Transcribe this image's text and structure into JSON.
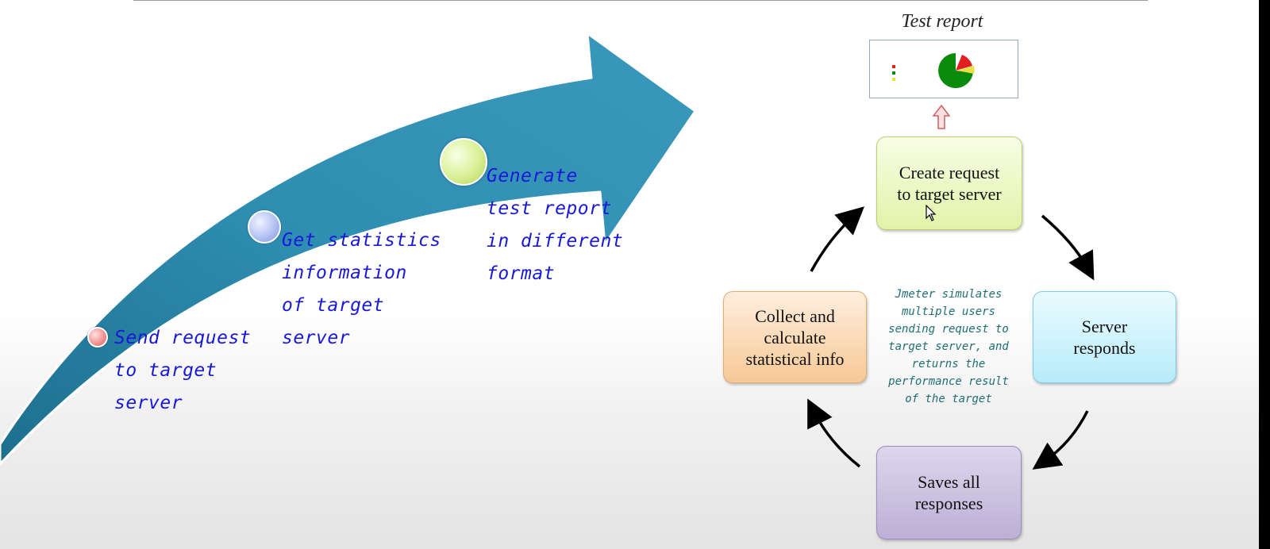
{
  "progression": {
    "steps": [
      {
        "label": "Send request\nto target\nserver",
        "dot_color": "#f4a2a2"
      },
      {
        "label": "Get statistics\ninformation\nof target\nserver",
        "dot_color": "#b8c6f4"
      },
      {
        "label": "Generate\ntest report\nin different\nformat",
        "dot_color": "#dcf29c"
      }
    ],
    "arrow_color": "#2f8fb0",
    "text_color": "#1818d8"
  },
  "report": {
    "title": "Test report"
  },
  "cycle": {
    "nodes": {
      "create": "Create request\nto target server",
      "server": "Server\nresponds",
      "saves": "Saves all\nresponses",
      "collect": "Collect and\ncalculate\nstatistical info"
    },
    "center_text": "Jmeter simulates\nmultiple users\nsending request to\ntarget server, and\nreturns the\nperformance result\nof the target"
  }
}
